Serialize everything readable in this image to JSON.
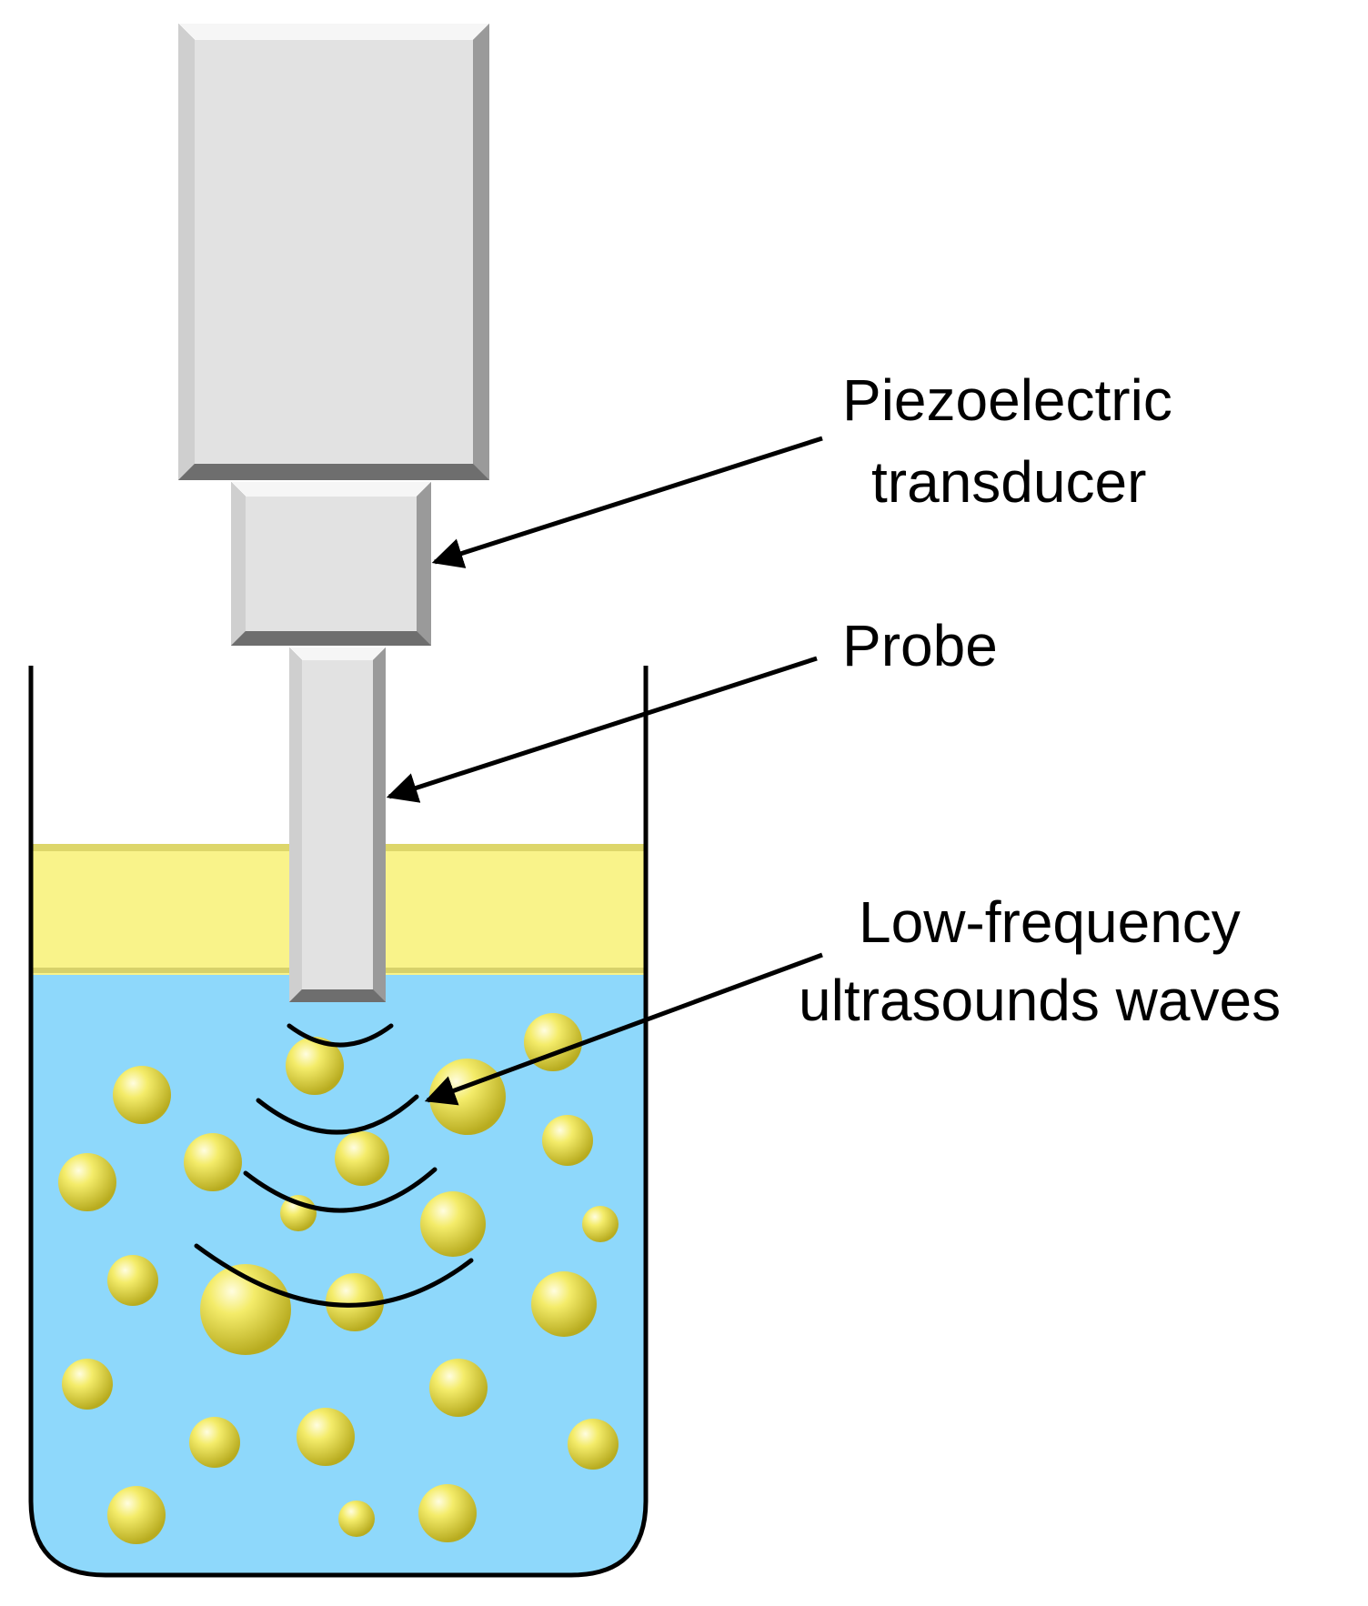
{
  "labels": {
    "transducer": {
      "line1": "Piezoelectric",
      "line2": "transducer"
    },
    "probe": "Probe",
    "waves": {
      "line1": "Low-frequency",
      "line2": "ultrasounds waves"
    }
  },
  "colors": {
    "liquid": "#8ED8FB",
    "surface_layer": "#F9F38A",
    "particle": "#F2E860",
    "metal": "#E2E2E2",
    "outline": "#000000"
  },
  "icons": {
    "arrows": "arrow-icon",
    "particles": "sphere-icon"
  }
}
